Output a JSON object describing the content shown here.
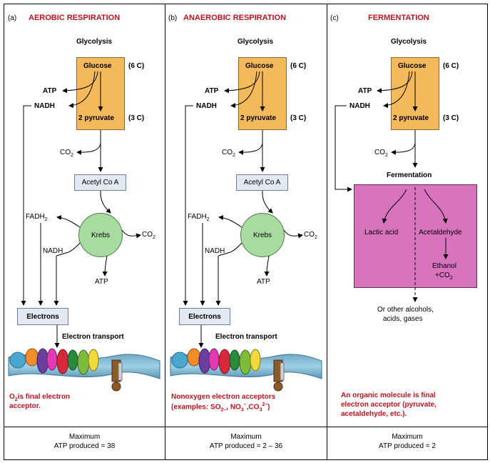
{
  "panels": [
    {
      "letter": "(a)",
      "title": "AEROBIC RESPIRATION",
      "glycolysis": "Glycolysis",
      "glucose": "Glucose",
      "six_c": "(6 C)",
      "atp": "ATP",
      "nadh": "NADH",
      "pyruvate": "2 pyruvate",
      "three_c": "(3 C)",
      "co2_top": "CO",
      "acetyl": "Acetyl Co A",
      "fadh": "FADH",
      "krebs": "Krebs",
      "co2_krebs": "CO",
      "nadh2": "NADH",
      "atp2": "ATP",
      "electrons": "Electrons",
      "electron_transport": "Electron transport",
      "acceptor_line1": "O",
      "acceptor_line1b": "is final electron",
      "acceptor_line2": "acceptor.",
      "footer_line1": "Maximum",
      "footer_line2": "ATP produced = 38"
    },
    {
      "letter": "(b)",
      "title": "ANAEROBIC RESPIRATION",
      "glycolysis": "Glycolysis",
      "glucose": "Glucose",
      "six_c": "(6 C)",
      "atp": "ATP",
      "nadh": "NADH",
      "pyruvate": "2 pyruvate",
      "three_c": "(3 C)",
      "co2_top": "CO",
      "acetyl": "Acetyl Co A",
      "fadh": "FADH",
      "krebs": "Krebs",
      "co2_krebs": "CO",
      "nadh2": "NADH",
      "atp2": "ATP",
      "electrons": "Electrons",
      "electron_transport": "Electron transport",
      "acceptor_line1": "Nonoxygen electron acceptors",
      "acceptor_line2": "(examples: SO",
      "footer_line1": "Maximum",
      "footer_line2": "ATP produced = 2 – 36"
    },
    {
      "letter": "(c)",
      "title": "FERMENTATION",
      "glycolysis": "Glycolysis",
      "glucose": "Glucose",
      "six_c": "(6 C)",
      "atp": "ATP",
      "nadh": "NADH",
      "pyruvate": "2 pyruvate",
      "three_c": "(3 C)",
      "co2_top": "CO",
      "fermentation": "Fermentation",
      "lactic": "Lactic acid",
      "acetaldehyde": "Acetaldehyde",
      "ethanol": "Ethanol",
      "ethanol_co2": "+CO",
      "other_line1": "Or other alcohols,",
      "other_line2": "acids, gases",
      "acceptor_line1": "An organic molecule is final",
      "acceptor_line2": "electron acceptor (pyruvate,",
      "acceptor_line3": "acetaldehyde, etc.).",
      "footer_line1": "Maximum",
      "footer_line2": "ATP produced = 2"
    }
  ],
  "subscripts": {
    "two": "2",
    "four_minus": "2–",
    "three_minus": "–",
    "three_2minus": "2–",
    "no3": ", NO",
    "co3": ",CO",
    "close": ")"
  },
  "colors": {
    "title_red": "#c1121f",
    "glucose_box": "#f3b95a",
    "krebs_circle": "#a8dba0",
    "fermentation_box": "#d873bd",
    "blue_box": "#e3e9f2"
  }
}
